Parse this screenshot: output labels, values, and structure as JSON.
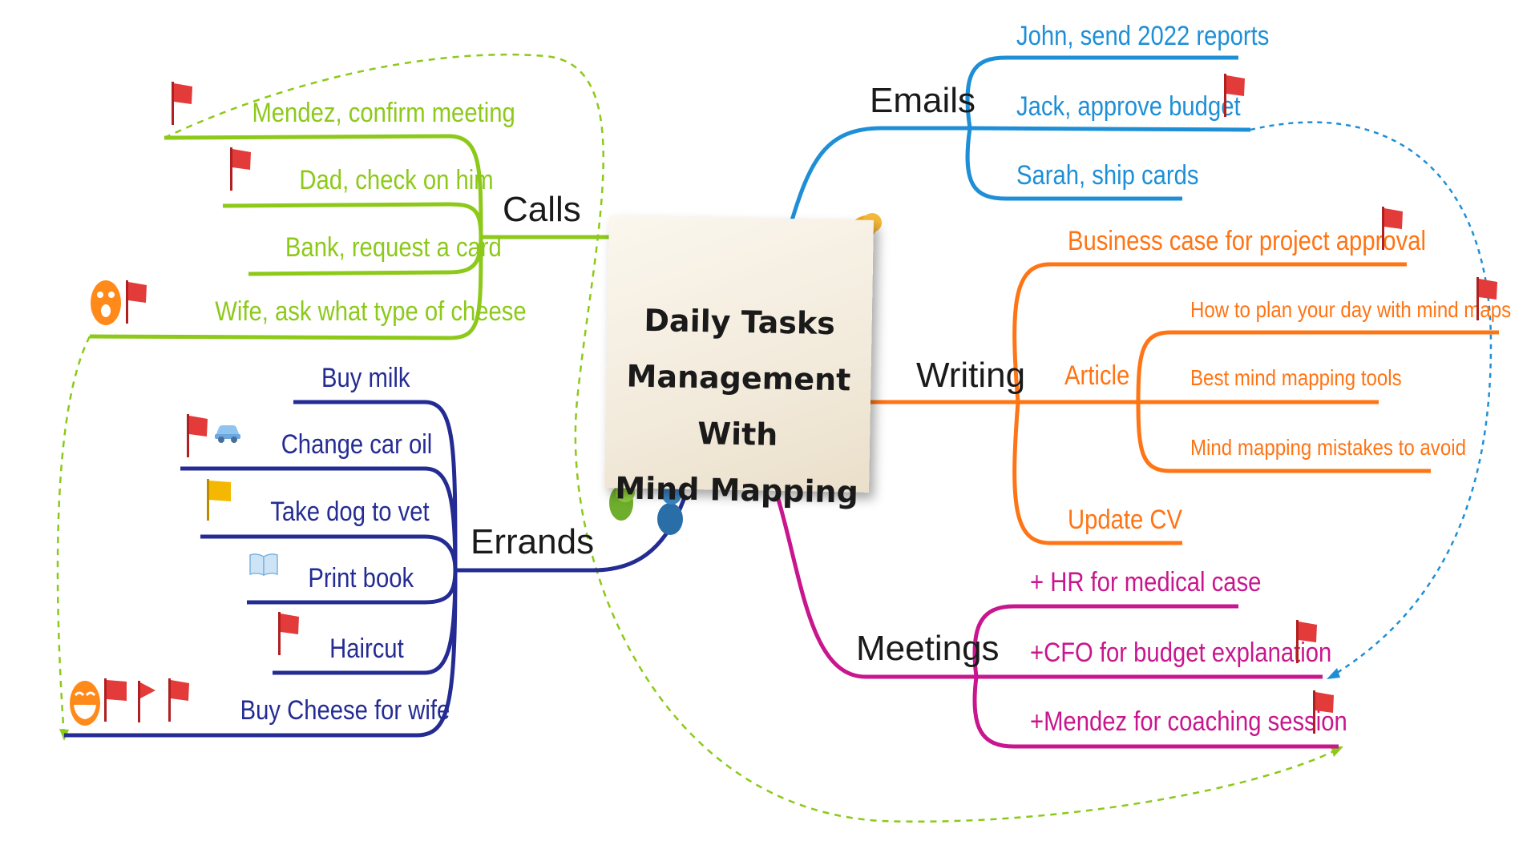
{
  "center": {
    "title": "Daily Tasks Management With Mind Mapping"
  },
  "branches": {
    "calls": {
      "label": "Calls",
      "color": "#8cc919",
      "items": [
        "Mendez, confirm meeting",
        "Dad, check on him",
        "Bank, request a card",
        "Wife, ask what type of cheese"
      ]
    },
    "errands": {
      "label": "Errands",
      "color": "#242c94",
      "items": [
        "Buy milk",
        "Change car oil",
        "Take dog to vet",
        "Print book",
        "Haircut",
        "Buy Cheese for wife"
      ]
    },
    "emails": {
      "label": "Emails",
      "color": "#1e8fd6",
      "items": [
        "John, send 2022 reports",
        "Jack, approve budget",
        "Sarah, ship cards"
      ]
    },
    "writing": {
      "label": "Writing",
      "color": "#ff7414",
      "items": [
        "Business case for project approval",
        "Article",
        "Update CV"
      ],
      "article_items": [
        "How to plan your day with mind maps",
        "Best mind mapping tools",
        "Mind mapping mistakes to avoid"
      ]
    },
    "meetings": {
      "label": "Meetings",
      "color": "#c8168e",
      "items": [
        "+ HR for medical case",
        "+CFO for budget explanation",
        "+Mendez for coaching session"
      ]
    }
  },
  "icons": [
    "red-flag-icon",
    "yellow-flag-icon",
    "car-icon",
    "book-icon",
    "surprised-face-icon",
    "laughing-face-icon",
    "red-pennant-icon",
    "pushpin-icon"
  ]
}
